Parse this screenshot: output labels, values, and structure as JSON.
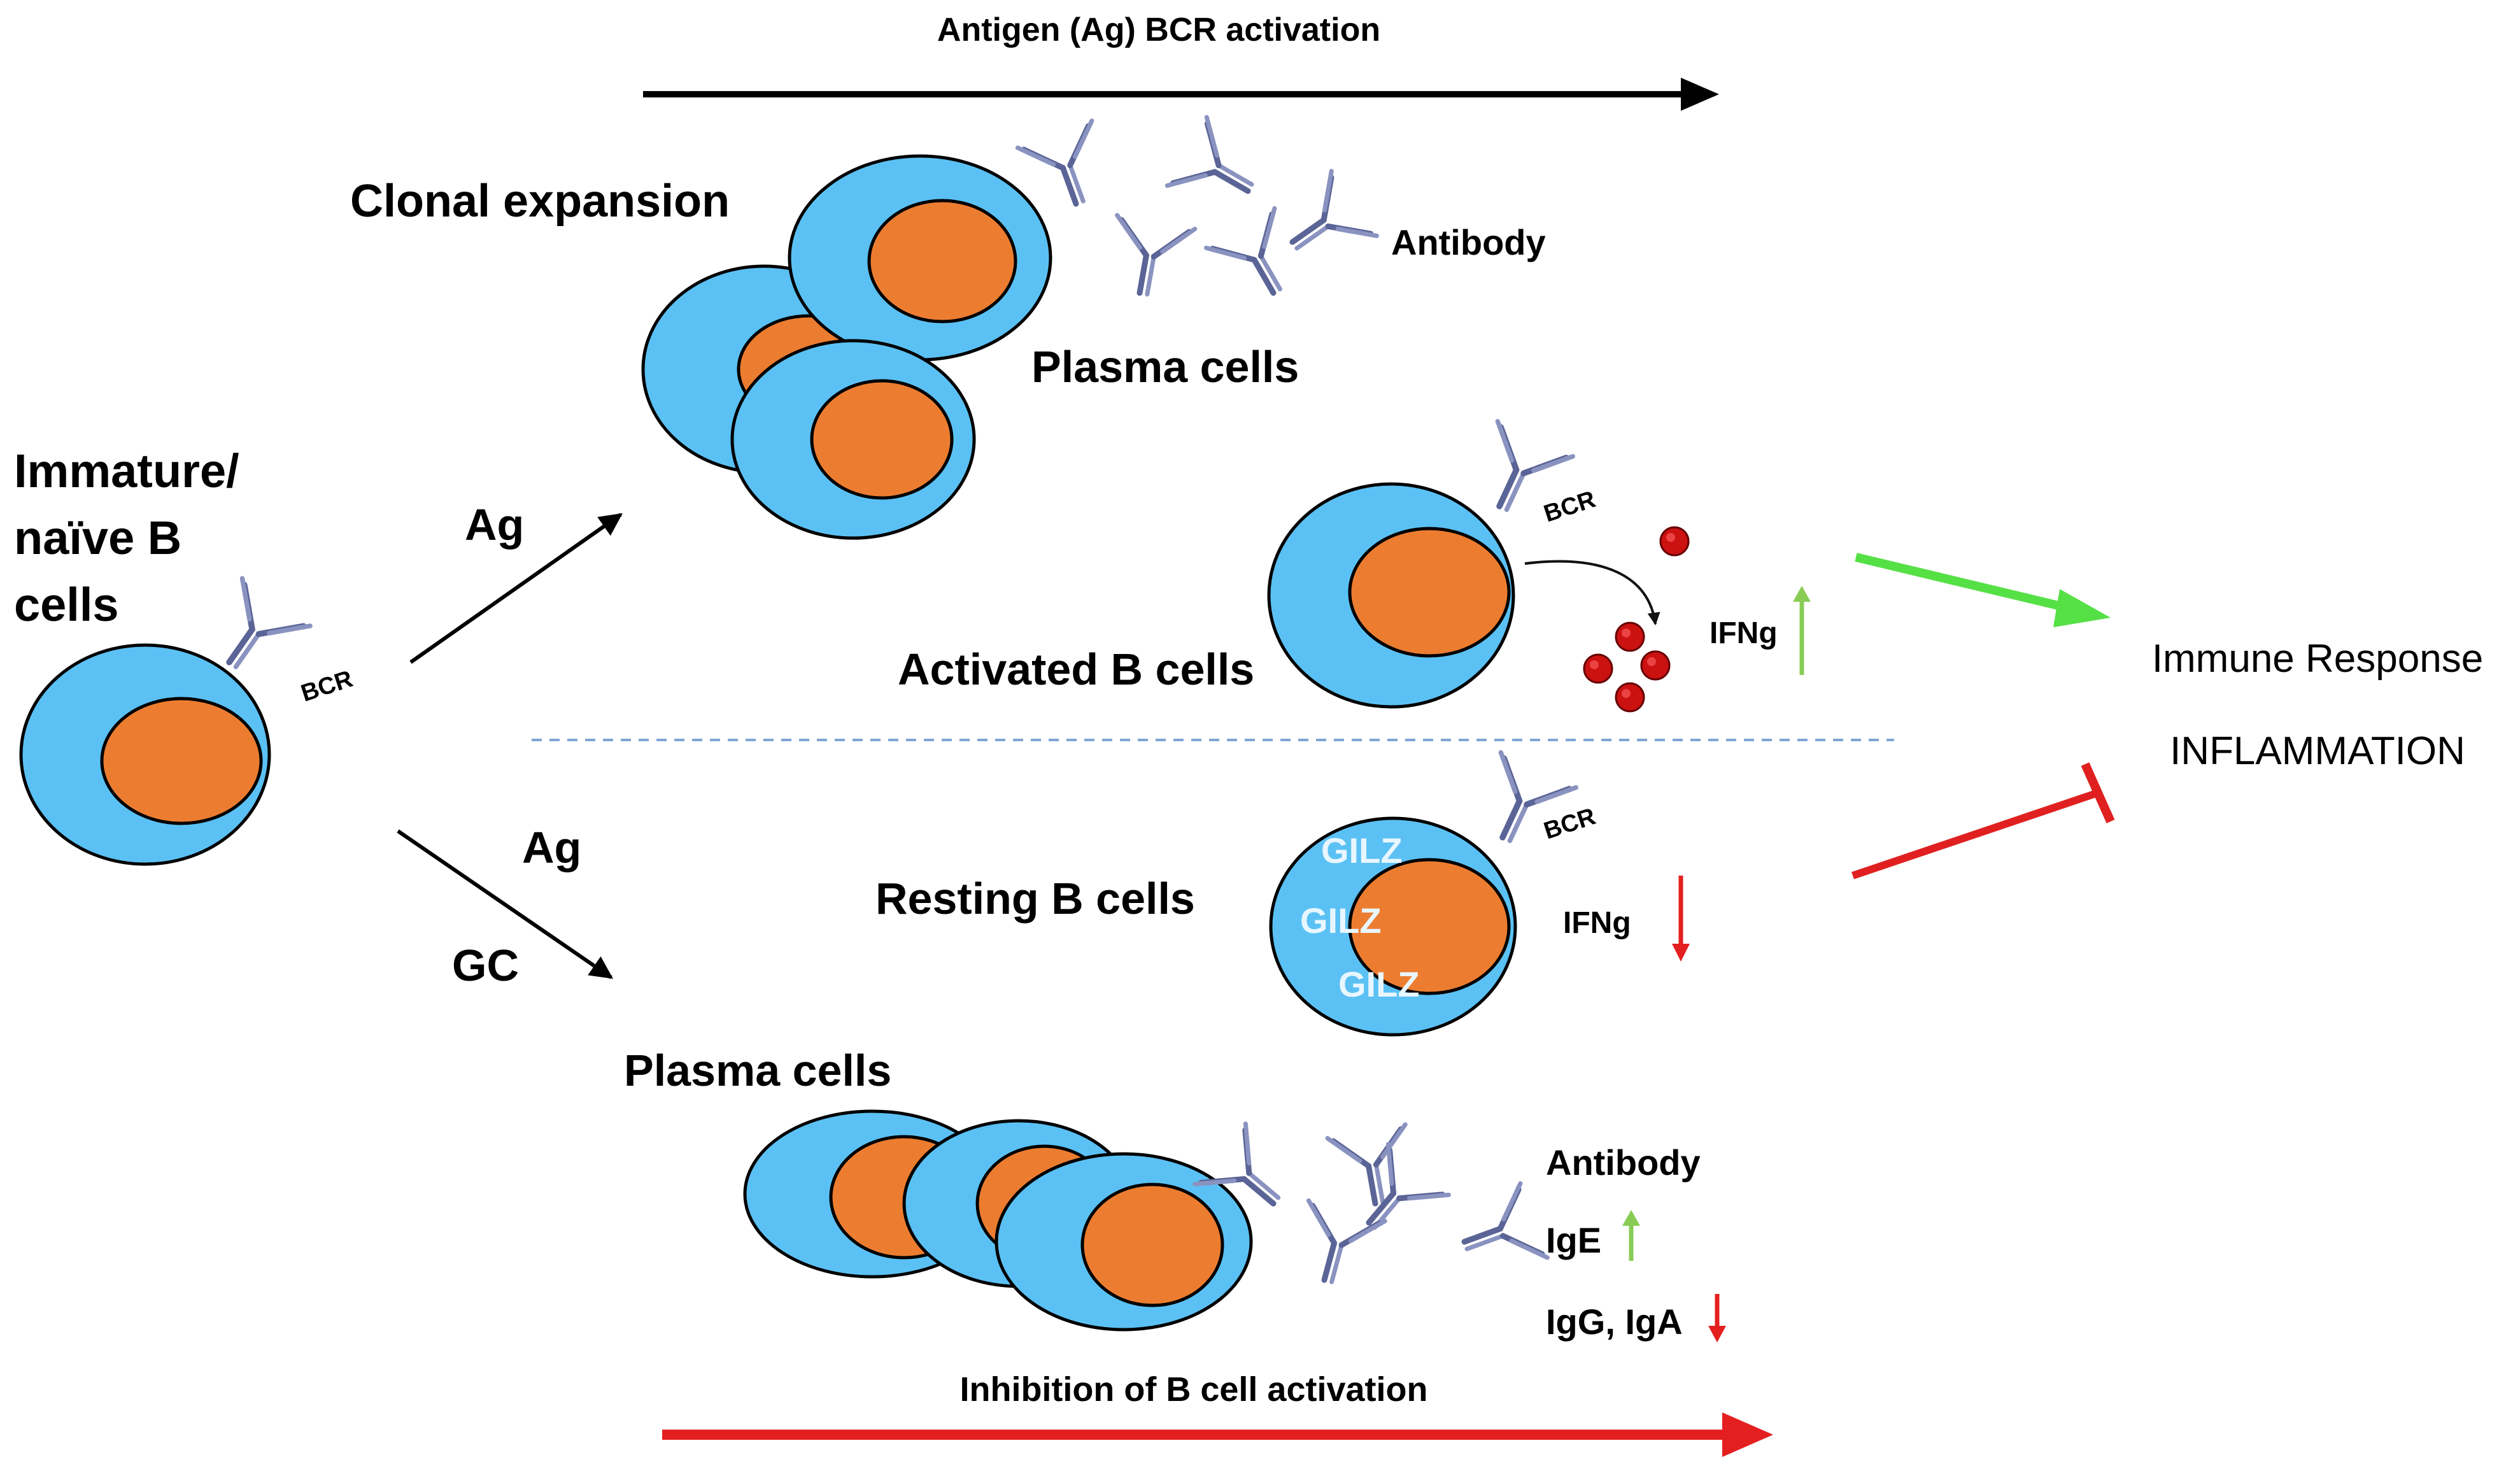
{
  "labels": {
    "top_arrow": "Antigen (Ag) BCR activation",
    "bottom_arrow": "Inhibition of B cell activation",
    "clonal_expansion": "Clonal expansion",
    "antibody_top": "Antibody",
    "plasma_cells_top": "Plasma cells",
    "naive_line1": "Immature/",
    "naive_line2": "naïve B",
    "naive_line3": "cells",
    "bcr": "BCR",
    "ag": "Ag",
    "gc": "GC",
    "activated_b_cells": "Activated B cells",
    "ifng": "IFNg",
    "immune_response": "Immune Response",
    "inflammation": "INFLAMMATION",
    "resting_b_cells": "Resting B cells",
    "gilz": "GILZ",
    "plasma_cells_bottom": "Plasma cells",
    "antibody_bottom": "Antibody",
    "ige": "IgE",
    "igg_iga": "IgG, IgA"
  },
  "colors": {
    "cell_membrane": "#5bc1f4",
    "nucleus": "#ec7d30",
    "antibody": "#5a6496",
    "up_arrow": "#88cc55",
    "down_arrow": "#e41f1f",
    "activation_arrow": "#55e045",
    "inhibition_arrow": "#e02020",
    "cytokine": "#cc1111",
    "divider": "#7fa6d4"
  },
  "icons": [
    "antibody-icon",
    "cytokine-icon",
    "up-arrow-icon",
    "down-arrow-icon",
    "inhibit-icon"
  ]
}
